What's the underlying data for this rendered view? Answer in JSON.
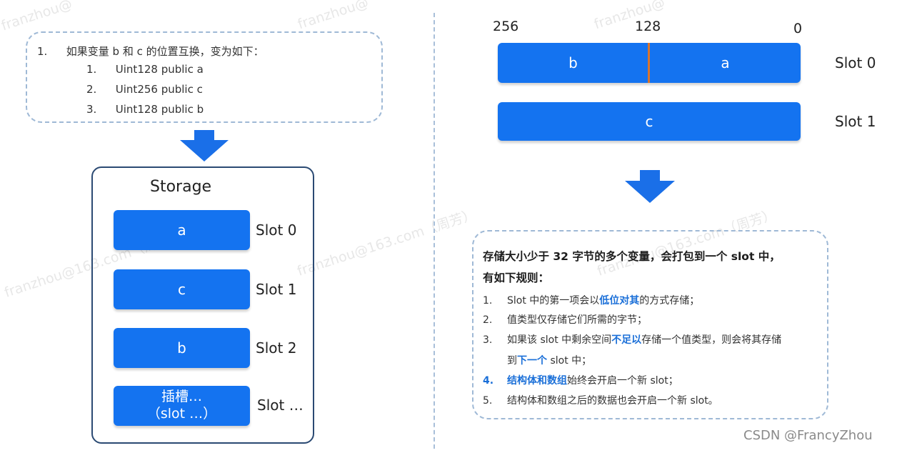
{
  "left_note": {
    "intro_num": "1.",
    "intro": "如果变量 b 和 c 的位置互换，变为如下：",
    "items": [
      {
        "num": "1.",
        "text": "Uint128 public a"
      },
      {
        "num": "2.",
        "text": "Uint256 public c"
      },
      {
        "num": "3.",
        "text": "Uint128 public b"
      }
    ]
  },
  "storage": {
    "title": "Storage",
    "slots": [
      {
        "value": "a",
        "label": "Slot 0"
      },
      {
        "value": "c",
        "label": "Slot 1"
      },
      {
        "value": "b",
        "label": "Slot 2"
      },
      {
        "value_line1": "插槽…",
        "value_line2": "（slot …）",
        "label": "Slot …"
      }
    ]
  },
  "packing": {
    "scale": {
      "left": "256",
      "mid": "128",
      "right": "0"
    },
    "slot0": {
      "left": "b",
      "right": "a",
      "label": "Slot 0"
    },
    "slot1": {
      "value": "c",
      "label": "Slot 1"
    }
  },
  "rules": {
    "title_line1": "存储大小少于 32 字节的多个变量，会打包到一个 slot 中，",
    "title_line2": "有如下规则：",
    "items": [
      {
        "num": "1.",
        "a": "Slot 中的第一项会以",
        "hl": "低位对其",
        "b": "的方式存储；"
      },
      {
        "num": "2.",
        "a": "值类型仅存储它们所需的字节；"
      },
      {
        "num": "3.",
        "a": "如果该 slot 中剩余空间",
        "hl": "不足以",
        "b": "存储一个值类型，则会将其存储"
      },
      {
        "num": "",
        "a": "到",
        "hl": "下一个",
        "b": " slot 中；"
      },
      {
        "num": "4.",
        "hl": "结构体和数组",
        "b": "始终会开启一个新 slot；"
      },
      {
        "num": "5.",
        "a": "结构体和数组之后的数据也会开启一个新 slot。"
      }
    ]
  },
  "watermarks": {
    "w1": "franzhou@163.com（周芳）",
    "w2": "franzhou@163.com（周芳）",
    "w3": "franzhou@163.com（周芳）",
    "w4": "franzhou@",
    "w5": "franzhou@",
    "w6": "franzhou@"
  },
  "credit": "CSDN @FrancyZhou",
  "colors": {
    "slot_blue": "#1473f0",
    "arrow_blue": "#1a6fe8",
    "highlight": "#1a6fd8",
    "divider_mark": "#d9742c"
  }
}
